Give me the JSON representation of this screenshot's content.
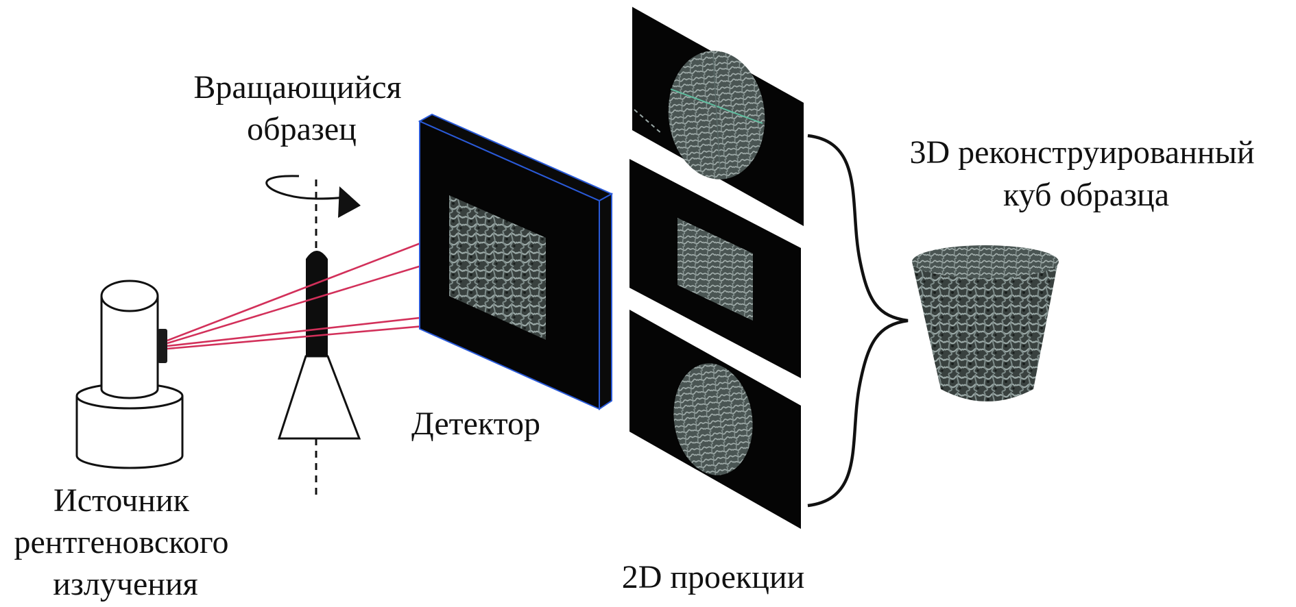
{
  "labels": {
    "rotating_sample": [
      "Вращающийся",
      "образец"
    ],
    "source": [
      "Источник",
      "рентгеновского",
      "излучения"
    ],
    "detector": "Детектор",
    "projections": "2D проекции",
    "reconstruction": [
      "3D реконструированный",
      "куб образца"
    ]
  },
  "colors": {
    "beam": "#d2305a",
    "detector_edge": "#2a5ad8",
    "panel": "#050505",
    "texture": "#7e8c8a",
    "line": "#111111"
  }
}
